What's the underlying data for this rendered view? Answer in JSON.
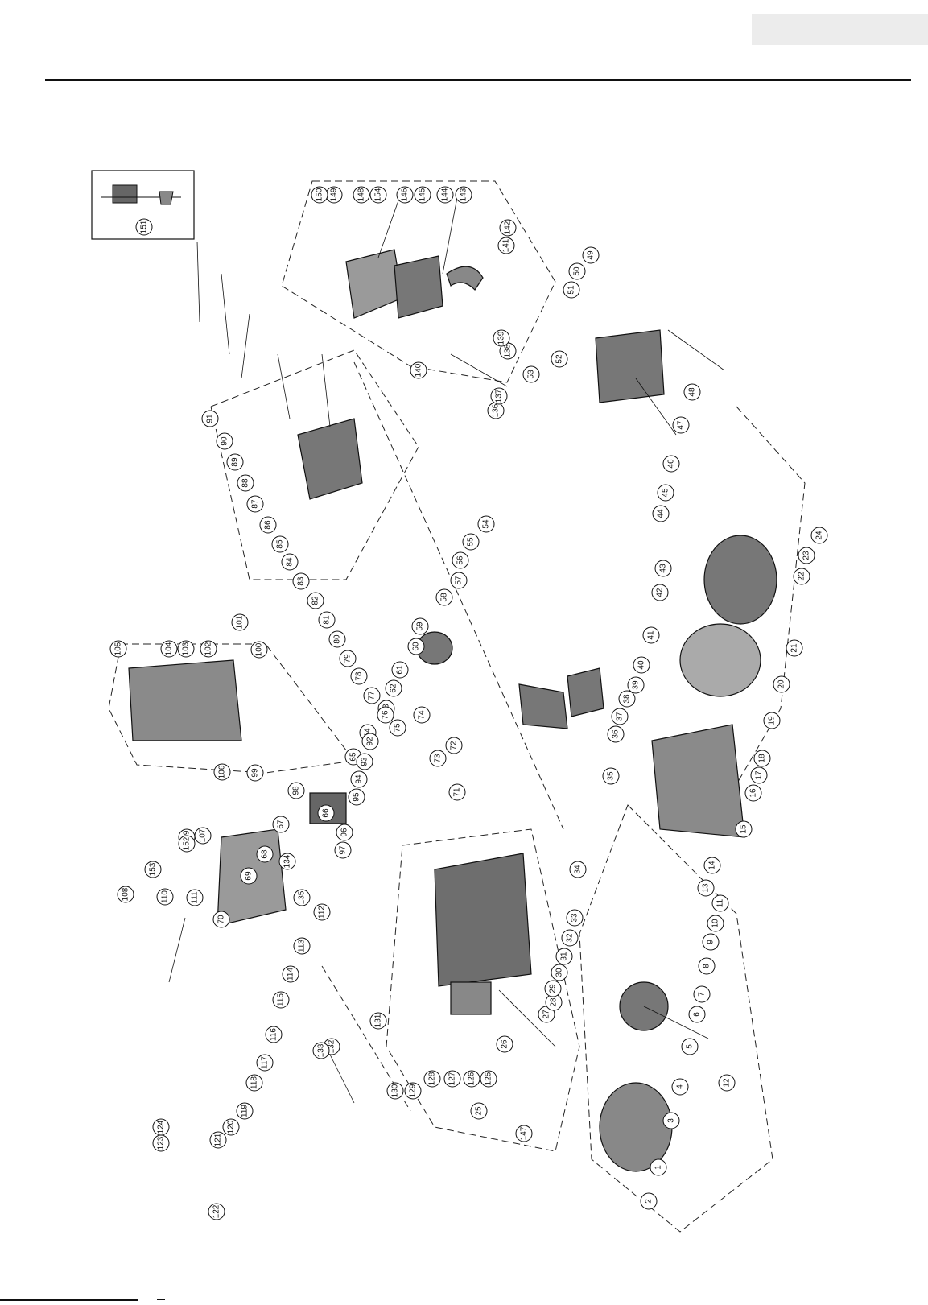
{
  "diagram": {
    "callout_numbers": [
      "1",
      "2",
      "3",
      "4",
      "5",
      "6",
      "7",
      "8",
      "9",
      "10",
      "11",
      "12",
      "13",
      "14",
      "15",
      "16",
      "17",
      "18",
      "19",
      "20",
      "21",
      "22",
      "23",
      "24",
      "25",
      "26",
      "27",
      "28",
      "29",
      "30",
      "31",
      "32",
      "33",
      "34",
      "35",
      "36",
      "37",
      "38",
      "39",
      "40",
      "41",
      "42",
      "43",
      "44",
      "45",
      "46",
      "47",
      "48",
      "49",
      "50",
      "51",
      "52",
      "53",
      "54",
      "55",
      "56",
      "57",
      "58",
      "59",
      "60",
      "61",
      "62",
      "63",
      "64",
      "65",
      "66",
      "67",
      "68",
      "69",
      "70",
      "71",
      "72",
      "73",
      "74",
      "75",
      "76",
      "77",
      "78",
      "79",
      "80",
      "81",
      "82",
      "83",
      "84",
      "85",
      "86",
      "87",
      "88",
      "89",
      "90",
      "91",
      "92",
      "93",
      "94",
      "95",
      "96",
      "97",
      "98",
      "99",
      "100",
      "101",
      "102",
      "103",
      "104",
      "105",
      "106",
      "107",
      "108",
      "109",
      "110",
      "111",
      "112",
      "113",
      "114",
      "115",
      "116",
      "117",
      "118",
      "119",
      "120",
      "121",
      "122",
      "123",
      "124",
      "125",
      "126",
      "127",
      "128",
      "129",
      "130",
      "131",
      "132",
      "133",
      "134",
      "135",
      "136",
      "137",
      "138",
      "139",
      "140",
      "141",
      "142",
      "143",
      "144",
      "145",
      "146",
      "147",
      "148",
      "149",
      "150",
      "151",
      "152",
      "153",
      "154"
    ],
    "colors": {
      "ink": "#111111",
      "tab": "#ececec",
      "paper": "#ffffff"
    }
  }
}
